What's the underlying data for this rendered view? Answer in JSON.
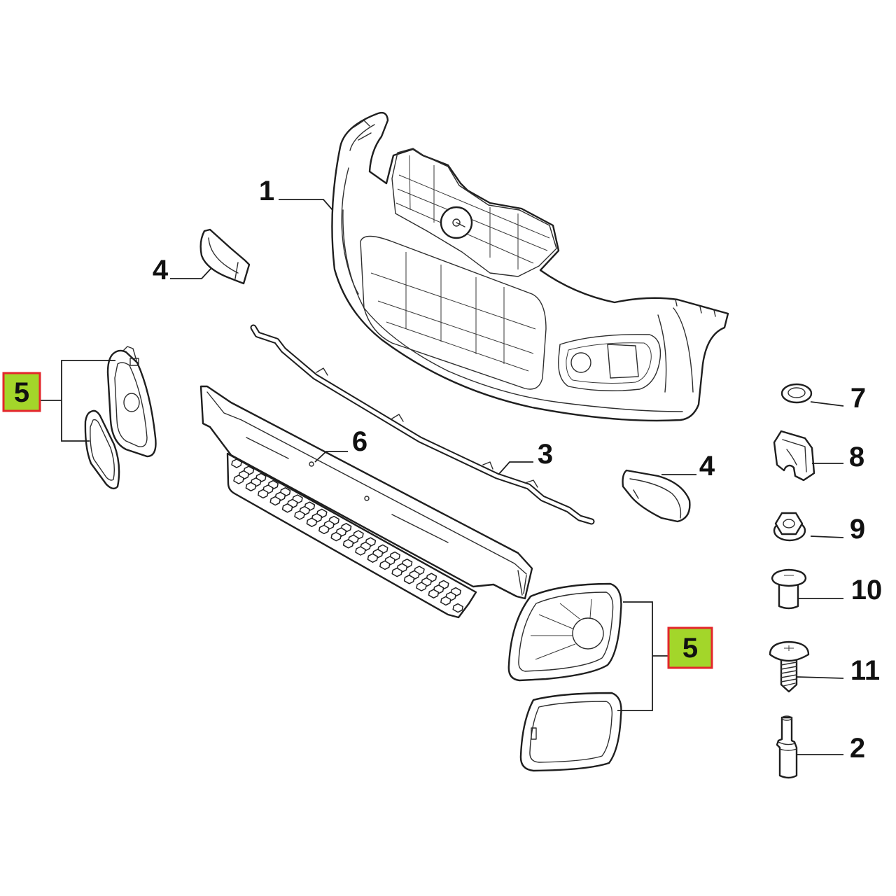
{
  "callouts": {
    "bumper": "1",
    "side_trim_left": "4",
    "fog_bezel_left": "5",
    "grille": "6",
    "strip": "3",
    "side_trim_right": "4",
    "fog_bezel_right": "5",
    "washer": "7",
    "clip": "8",
    "nut": "9",
    "screw_a": "10",
    "screw_b": "11",
    "pin": "2"
  },
  "colors": {
    "highlight_fill": "#a3d62a",
    "highlight_border": "#e3262b",
    "line": "#1f1f1f"
  }
}
